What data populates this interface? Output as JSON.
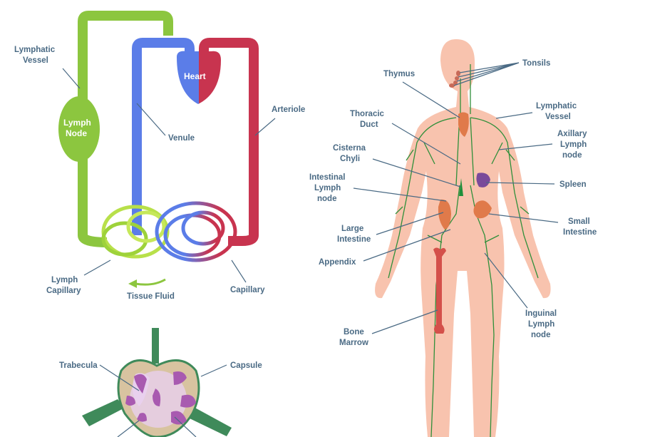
{
  "circulation": {
    "heart": "Heart",
    "lymph_node": [
      "Lymph",
      "Node"
    ],
    "lymphatic_vessel": [
      "Lymphatic",
      "Vessel"
    ],
    "venule": "Venule",
    "arteriole": "Arteriole",
    "lymph_capillary": [
      "Lymph",
      "Capillary"
    ],
    "tissue_fluid": "Tissue Fluid",
    "capillary": "Capillary"
  },
  "node_section": {
    "trabecula": "Trabecula",
    "capsule": "Capsule"
  },
  "body": {
    "tonsils": "Tonsils",
    "thymus": "Thymus",
    "lymphatic_vessel": [
      "Lymphatic",
      "Vessel"
    ],
    "thoracic_duct": [
      "Thoracic",
      "Duct"
    ],
    "axillary": [
      "Axillary",
      "Lymph",
      "node"
    ],
    "cisterna": [
      "Cisterna",
      "Chyli"
    ],
    "spleen": "Spleen",
    "intestinal": [
      "Intestinal",
      "Lymph",
      "node"
    ],
    "small_intestine": [
      "Small",
      "Intestine"
    ],
    "large_intestine": [
      "Large",
      "Intestine"
    ],
    "appendix": "Appendix",
    "inguinal": [
      "Inguinal",
      "Lymph",
      "node"
    ],
    "bone_marrow": [
      "Bone",
      "Marrow"
    ]
  },
  "colors": {
    "lymph": "#8cc63f",
    "vein": "#5b7de8",
    "artery": "#c8344f",
    "label": "#4a6a84",
    "skin": "#f8c3ae",
    "vessel": "#2f8f3a"
  }
}
